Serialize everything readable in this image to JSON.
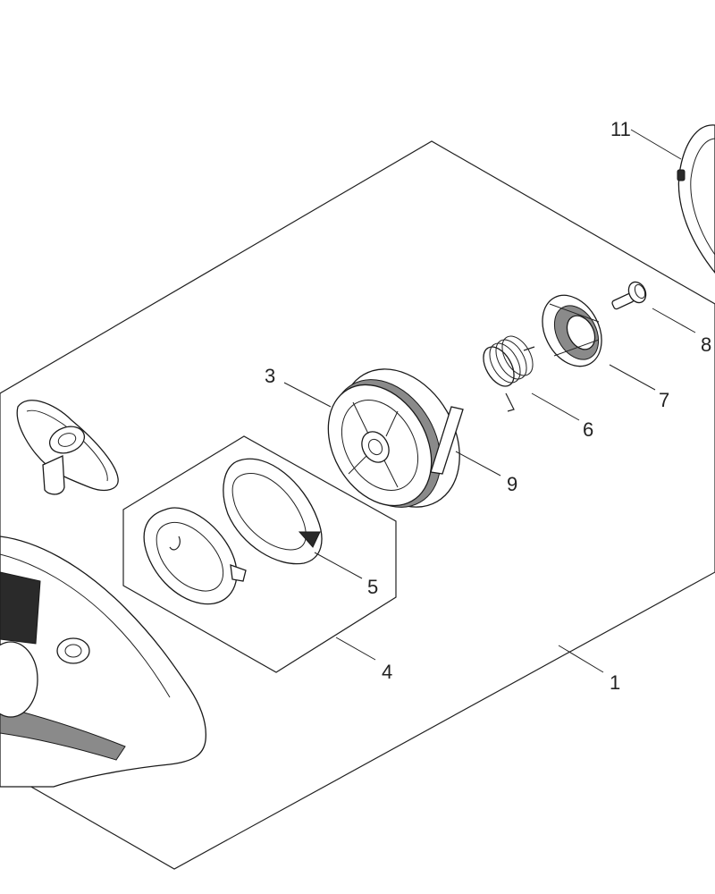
{
  "labels": {
    "p1": "1",
    "p3": "3",
    "p4": "4",
    "p5": "5",
    "p6": "6",
    "p7": "7",
    "p8": "8",
    "p9": "9",
    "p11": "11"
  }
}
